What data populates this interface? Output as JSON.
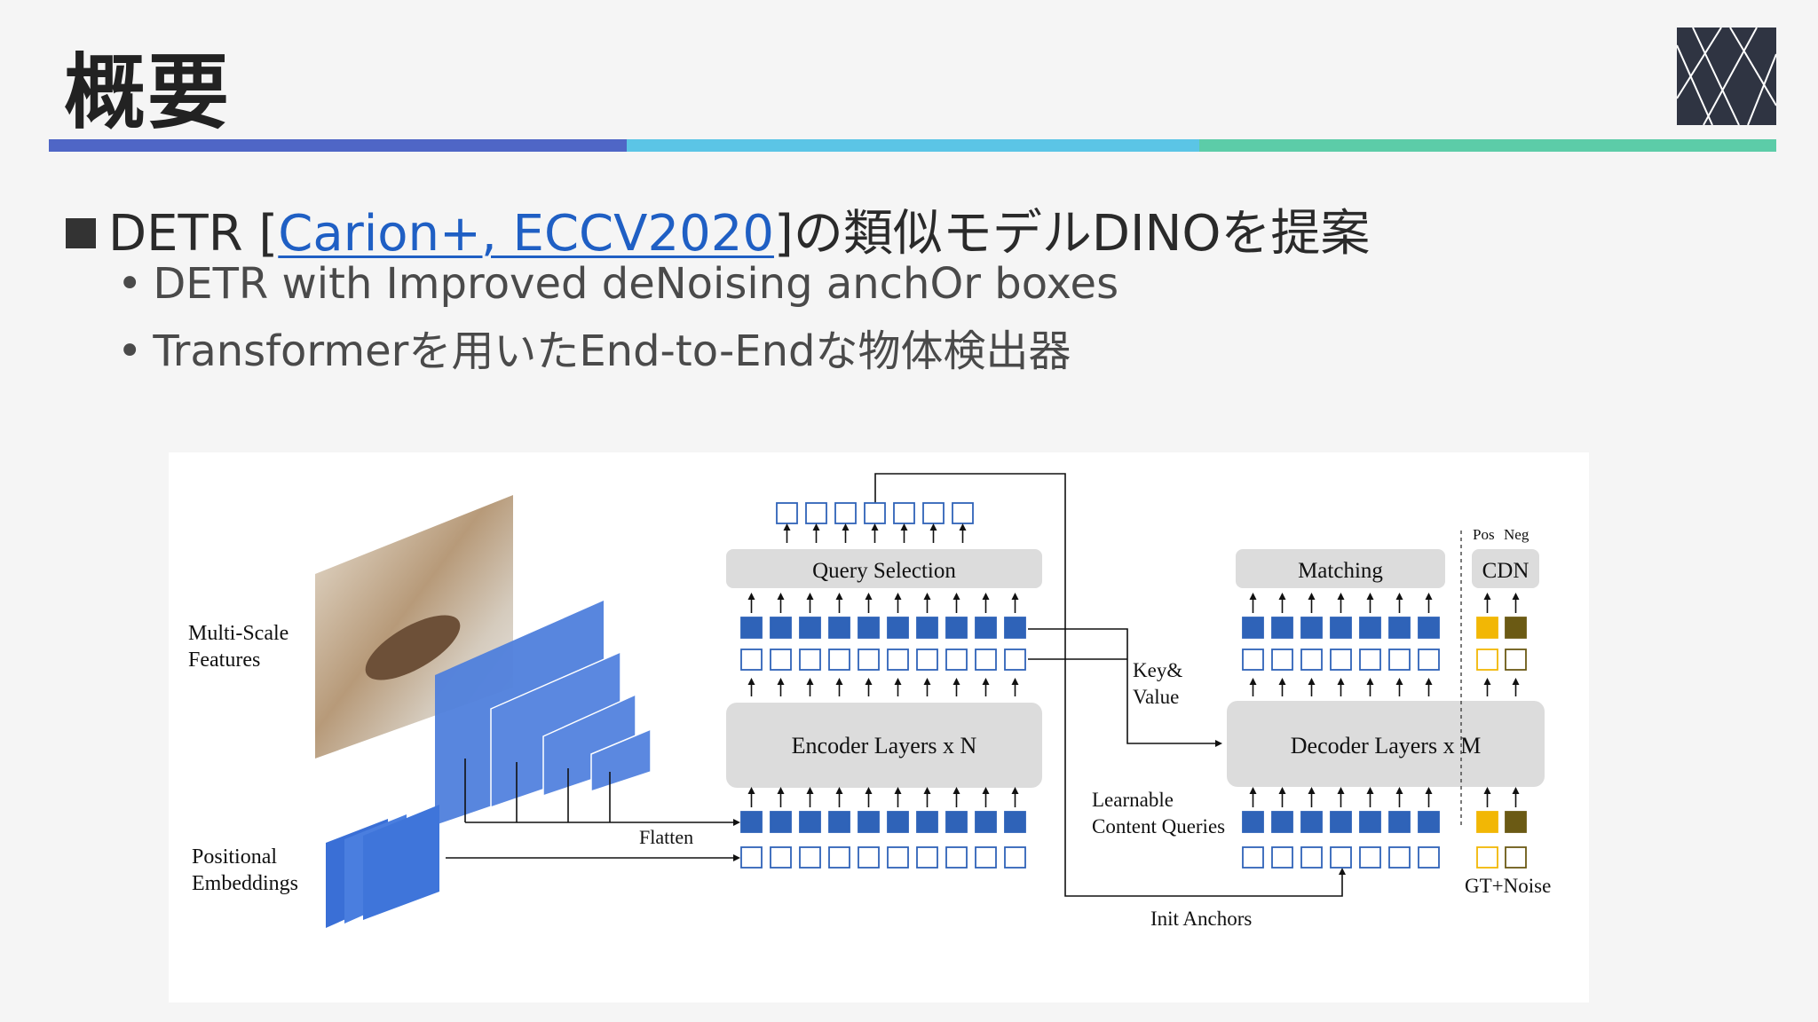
{
  "slide": {
    "title": "概要",
    "bullet_main": {
      "prefix": "DETR [",
      "citation": "Carion+, ECCV2020",
      "suffix": "]の類似モデルDINOを提案"
    },
    "sub_bullets": [
      "DETR with Improved deNoising anchOr boxes",
      "Transformerを用いたEnd-to-Endな物体検出器"
    ],
    "bullet_dot": "•"
  },
  "diagram": {
    "labels": {
      "multi_scale": [
        "Multi-Scale",
        "Features"
      ],
      "positional": [
        "Positional",
        "Embeddings"
      ],
      "flatten": "Flatten",
      "query_selection": "Query Selection",
      "encoder": "Encoder Layers x N",
      "key_value": [
        "Key&",
        "Value"
      ],
      "matching": "Matching",
      "cdn": "CDN",
      "pos": "Pos",
      "neg": "Neg",
      "decoder": "Decoder Layers x M",
      "learnable": [
        "Learnable",
        "Content Queries"
      ],
      "init_anchors": "Init Anchors",
      "gt_noise": "GT+Noise"
    },
    "colors": {
      "token_fill": "#2f63b8",
      "token_outline": "#2f63b8",
      "feature_blue": "#4f7fdc",
      "block_gray": "#dcdcdc",
      "pos_query": "#f2b705",
      "neg_query": "#6b5a14"
    }
  }
}
